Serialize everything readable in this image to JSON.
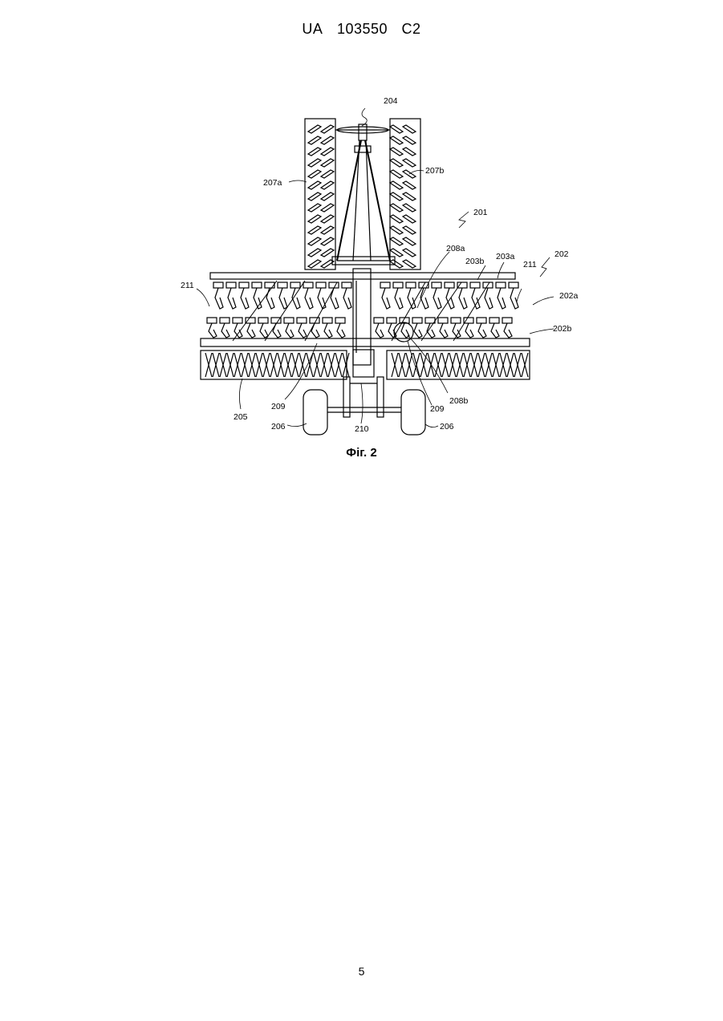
{
  "header": {
    "country": "UA",
    "number": "103550",
    "kind": "C2"
  },
  "figure": {
    "caption": "Фіг. 2",
    "labels": {
      "l204": "204",
      "l207a": "207a",
      "l207b": "207b",
      "l201": "201",
      "l208a": "208a",
      "l203b": "203b",
      "l203a": "203a",
      "l211r": "211",
      "l202": "202",
      "l211l": "211",
      "l202a": "202a",
      "l202b": "202b",
      "l209l": "209",
      "l205": "205",
      "l206l": "206",
      "l210": "210",
      "l209r": "209",
      "l208b": "208b",
      "l206r": "206"
    }
  },
  "footer": {
    "page_number": "5"
  }
}
